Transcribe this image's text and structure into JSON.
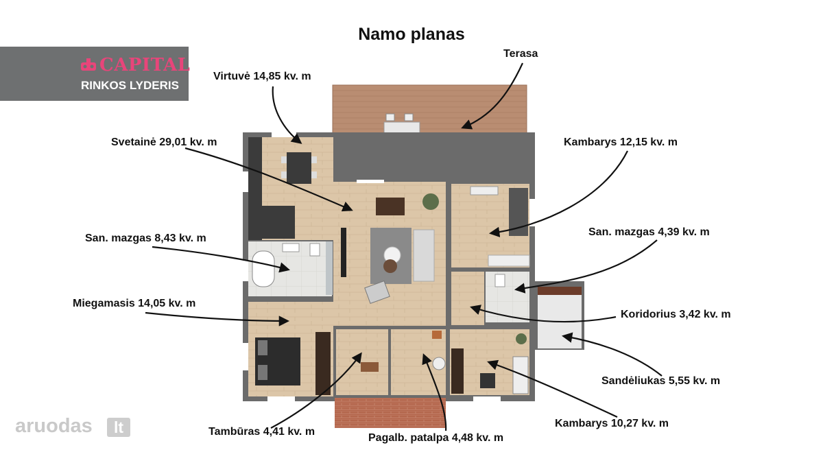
{
  "title": "Namo planas",
  "logo": {
    "brand": "CAPITAL",
    "tagline": "RINKOS LYDERIS"
  },
  "watermark": {
    "text": "aruodas",
    "box": "lt"
  },
  "labels": {
    "terasa": "Terasa",
    "virtuve": "Virtuvė 14,85 kv. m",
    "svetaine": "Svetainė 29,01 kv. m",
    "kambarys1": "Kambarys 12,15 kv. m",
    "san_mazgas1": "San. mazgas 8,43 kv. m",
    "san_mazgas2": "San. mazgas 4,39 kv. m",
    "miegamasis": "Miegamasis 14,05 kv. m",
    "koridorius": "Koridorius 3,42 kv. m",
    "sandeliukas": "Sandėliukas 5,55 kv. m",
    "tamburas": "Tambūras 4,41 kv. m",
    "pagalb": "Pagalb. patalpa 4,48 kv. m",
    "kambarys2": "Kambarys 10,27 kv. m"
  },
  "colors": {
    "wood_floor": "#dcc6a8",
    "terrace": "#b98d72",
    "tile": "#e6e6e3",
    "wall": "#6b6b6b",
    "brick": "#b4674d",
    "logo_bg": "#6e7071",
    "logo_brand": "#e8457a"
  }
}
